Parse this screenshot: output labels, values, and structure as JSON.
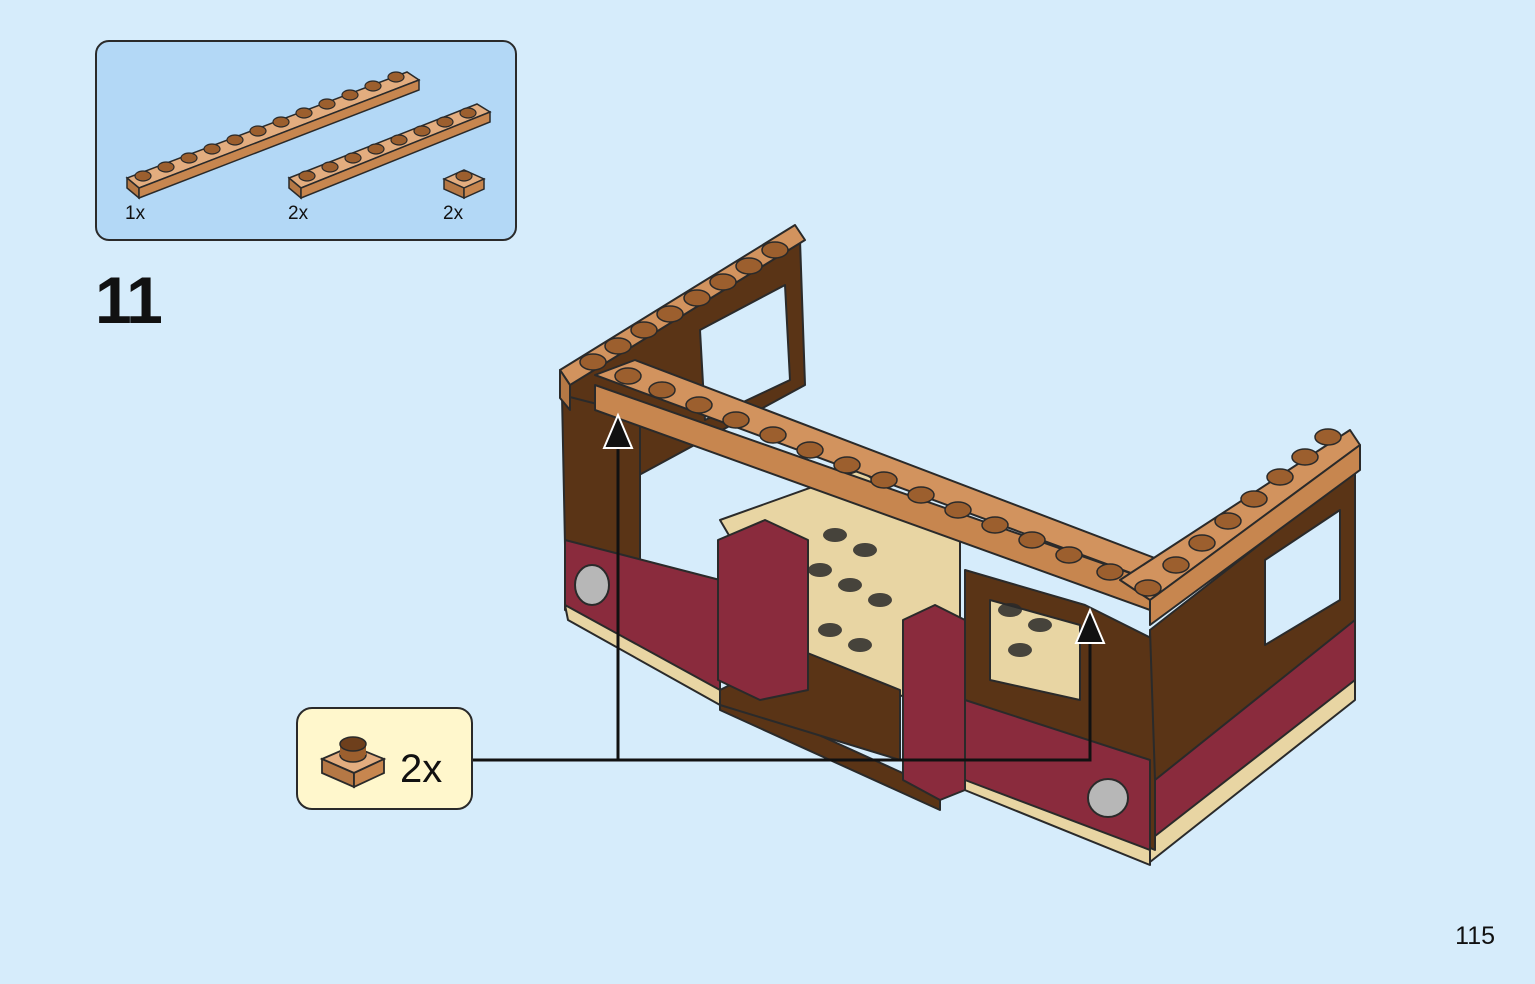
{
  "step": {
    "number": "11"
  },
  "parts_list": {
    "items": [
      {
        "name": "plate-1x12",
        "quantity": "1x",
        "color": "#d2935e"
      },
      {
        "name": "plate-1x8",
        "quantity": "2x",
        "color": "#d2935e"
      },
      {
        "name": "plate-1x1",
        "quantity": "2x",
        "color": "#d2935e"
      }
    ]
  },
  "callout": {
    "quantity": "2x",
    "part": "plate-1x1",
    "color": "#d2935e"
  },
  "page": {
    "number": "115"
  },
  "colors": {
    "background": "#d6ecfb",
    "parts_box": "#b3d8f6",
    "callout_box": "#fff7cc",
    "medium_nougat": "#d2935e",
    "dark_brown": "#5a3416",
    "dark_red": "#8a2b3d",
    "tan": "#e8d5a3"
  }
}
